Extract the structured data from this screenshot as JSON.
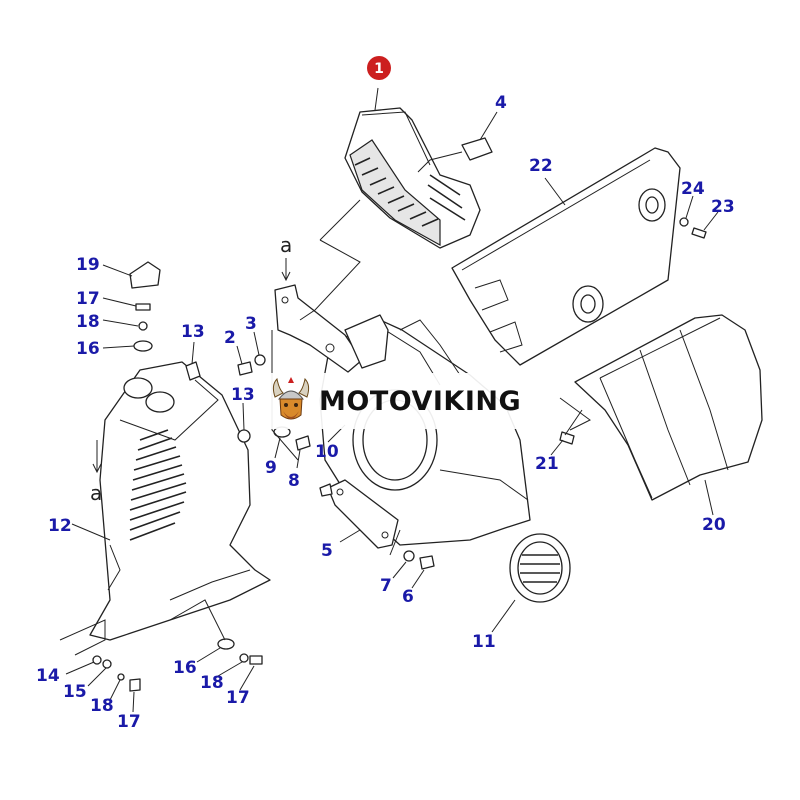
{
  "diagram": {
    "highlight_color": "#cc1f1f",
    "callout_color": "#1a1aa8",
    "main_part_label": "1",
    "reference_marker": "a",
    "callouts": {
      "c2": "2",
      "c3": "3",
      "c4": "4",
      "c5": "5",
      "c6": "6",
      "c7": "7",
      "c8": "8",
      "c9": "9",
      "c10": "10",
      "c11": "11",
      "c12": "12",
      "c13a": "13",
      "c13b": "13",
      "c14": "14",
      "c15": "15",
      "c16a": "16",
      "c16b": "16",
      "c17a": "17",
      "c17b": "17",
      "c17c": "17",
      "c18a": "18",
      "c18b": "18",
      "c18c": "18",
      "c19": "19",
      "c20": "20",
      "c21": "21",
      "c22": "22",
      "c23": "23",
      "c24": "24"
    }
  },
  "watermark": {
    "brand": "MOTOVIKING",
    "logo_icon": "viking-helmet-icon"
  }
}
